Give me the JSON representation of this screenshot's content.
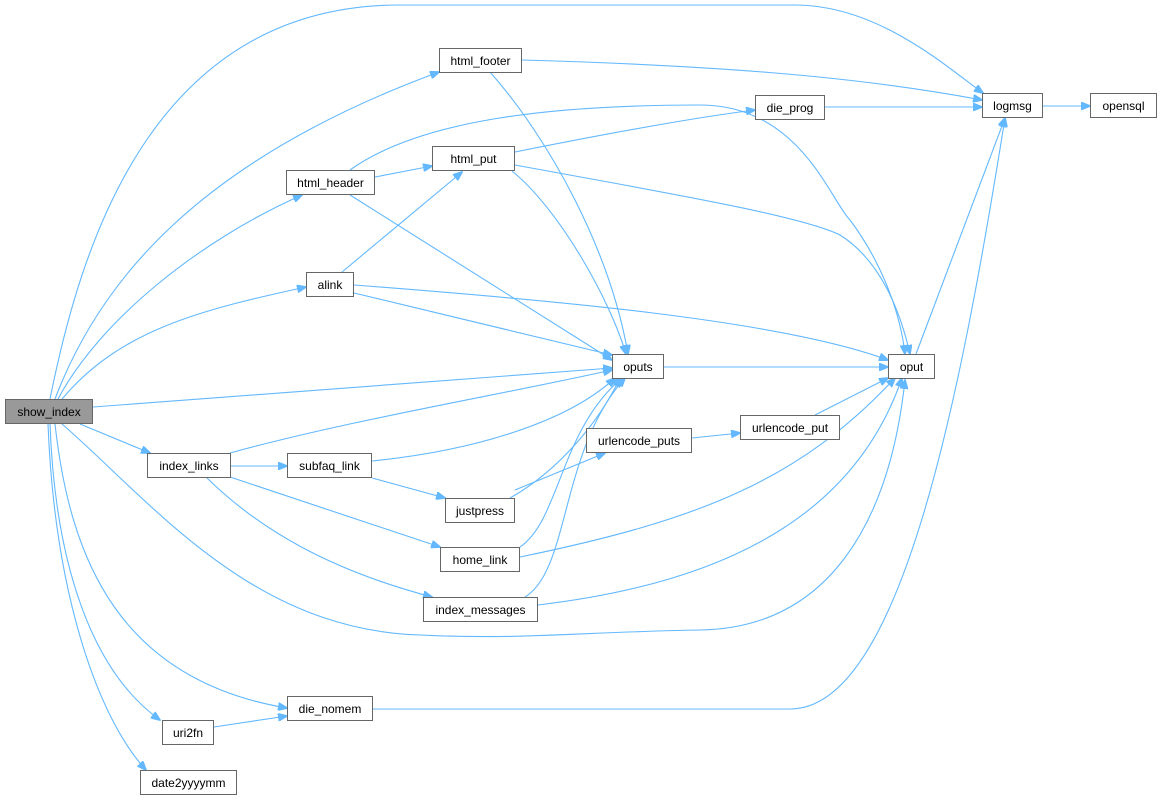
{
  "diagram": {
    "type": "call-graph",
    "root": "show_index",
    "colors": {
      "edge": "#63b8ff",
      "root_fill": "#999999",
      "node_border": "#666666"
    },
    "nodes": {
      "show_index": "show_index",
      "html_footer": "html_footer",
      "logmsg": "logmsg",
      "opensql": "opensql",
      "die_prog": "die_prog",
      "html_put": "html_put",
      "html_header": "html_header",
      "alink": "alink",
      "oputs": "oputs",
      "oput": "oput",
      "index_links": "index_links",
      "subfaq_link": "subfaq_link",
      "urlencode_put": "urlencode_put",
      "urlencode_puts": "urlencode_puts",
      "justpress": "justpress",
      "home_link": "home_link",
      "index_messages": "index_messages",
      "die_nomem": "die_nomem",
      "uri2fn": "uri2fn",
      "date2yyyymm": "date2yyyymm"
    },
    "edges": [
      [
        "show_index",
        "logmsg"
      ],
      [
        "show_index",
        "html_footer"
      ],
      [
        "show_index",
        "html_header"
      ],
      [
        "show_index",
        "alink"
      ],
      [
        "show_index",
        "oputs"
      ],
      [
        "show_index",
        "index_links"
      ],
      [
        "show_index",
        "oput"
      ],
      [
        "show_index",
        "die_nomem"
      ],
      [
        "show_index",
        "uri2fn"
      ],
      [
        "show_index",
        "date2yyyymm"
      ],
      [
        "html_footer",
        "logmsg"
      ],
      [
        "html_footer",
        "oputs"
      ],
      [
        "html_header",
        "html_put"
      ],
      [
        "html_header",
        "oputs"
      ],
      [
        "html_header",
        "oput"
      ],
      [
        "html_put",
        "die_prog"
      ],
      [
        "html_put",
        "oputs"
      ],
      [
        "html_put",
        "oput"
      ],
      [
        "alink",
        "html_put"
      ],
      [
        "alink",
        "oputs"
      ],
      [
        "alink",
        "oput"
      ],
      [
        "oputs",
        "oput"
      ],
      [
        "oput",
        "logmsg"
      ],
      [
        "die_prog",
        "logmsg"
      ],
      [
        "logmsg",
        "opensql"
      ],
      [
        "index_links",
        "oputs"
      ],
      [
        "index_links",
        "subfaq_link"
      ],
      [
        "index_links",
        "home_link"
      ],
      [
        "index_links",
        "index_messages"
      ],
      [
        "subfaq_link",
        "oputs"
      ],
      [
        "subfaq_link",
        "justpress"
      ],
      [
        "justpress",
        "oputs"
      ],
      [
        "justpress",
        "urlencode_puts"
      ],
      [
        "urlencode_puts",
        "urlencode_put"
      ],
      [
        "urlencode_put",
        "oput"
      ],
      [
        "home_link",
        "oputs"
      ],
      [
        "home_link",
        "oput"
      ],
      [
        "index_messages",
        "oputs"
      ],
      [
        "index_messages",
        "oput"
      ],
      [
        "die_nomem",
        "logmsg"
      ],
      [
        "uri2fn",
        "die_nomem"
      ]
    ]
  }
}
